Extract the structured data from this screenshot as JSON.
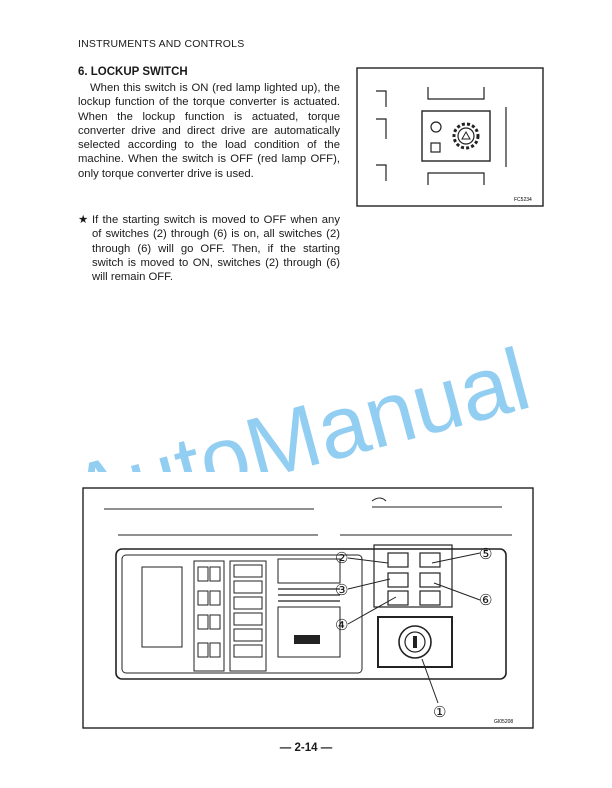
{
  "header": "INSTRUMENTS AND CONTROLS",
  "section": {
    "title": "6. LOCKUP SWITCH",
    "paragraph": "When this switch is ON (red lamp lighted up), the lockup function of the torque converter is actuated. When the lockup function is actuated, torque converter drive and direct drive are automatically selected according to the load condition of the machine. When the switch is OFF (red lamp OFF), only torque converter drive is used.",
    "note_star": "★",
    "note": "If the starting switch is moved to OFF when any of switches (2) through (6) is on, all switches (2) through (6) will go OFF. Then, if the starting switch is moved to ON, switches (2) through (6) will remain OFF."
  },
  "figure_top": {
    "code": "FC5234"
  },
  "figure_bottom": {
    "code": "GI05208",
    "callouts": [
      "①",
      "②",
      "③",
      "④",
      "⑤",
      "⑥"
    ]
  },
  "watermark": "AutoManual",
  "page_number": "— 2-14 —",
  "colors": {
    "watermark": "#7fc6ee",
    "ink": "#1a1a1a"
  }
}
